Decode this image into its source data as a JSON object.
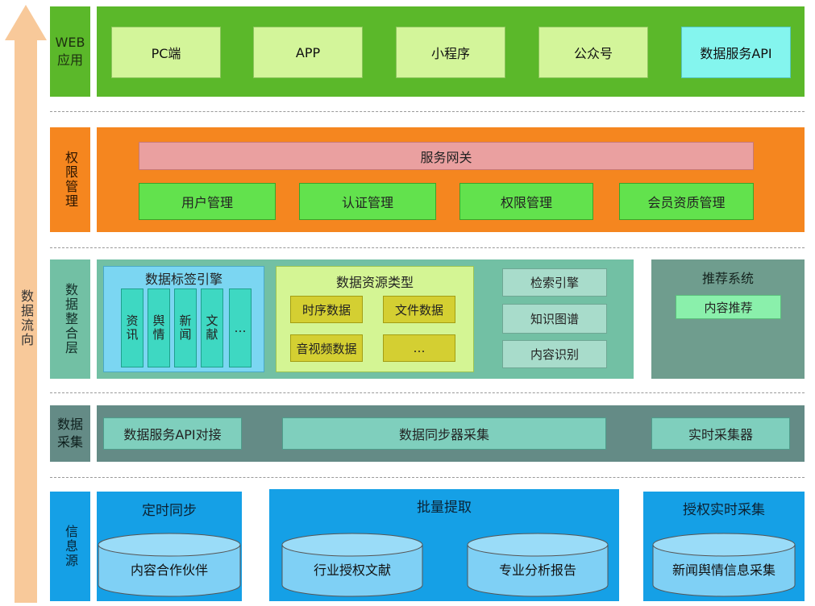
{
  "flow": {
    "label": "数据流向",
    "color": "#f8c99a"
  },
  "rows": {
    "web": {
      "label": "WEB应用",
      "items": [
        "PC端",
        "APP",
        "小程序",
        "公众号",
        "数据服务API"
      ]
    },
    "auth": {
      "label": "权限管理",
      "gateway": "服务网关",
      "items": [
        "用户管理",
        "认证管理",
        "权限管理",
        "会员资质管理"
      ]
    },
    "integration": {
      "label": "数据整合层",
      "tag_engine": {
        "title": "数据标签引擎",
        "columns": [
          "资讯",
          "舆情",
          "新闻",
          "文献",
          "…"
        ]
      },
      "resource_types": {
        "title": "数据资源类型",
        "items": [
          "时序数据",
          "文件数据",
          "音视频数据",
          "…"
        ]
      },
      "side": [
        "检索引擎",
        "知识图谱",
        "内容识别"
      ],
      "recommend": {
        "title": "推荐系统",
        "item": "内容推荐"
      }
    },
    "collection": {
      "label": "数据采集",
      "items": [
        "数据服务API对接",
        "数据同步器采集",
        "实时采集器"
      ]
    },
    "sources": {
      "label": "信息源",
      "groups": [
        {
          "title": "定时同步",
          "items": [
            "内容合作伙伴"
          ]
        },
        {
          "title": "批量提取",
          "items": [
            "行业授权文献",
            "专业分析报告"
          ]
        },
        {
          "title": "授权实时采集",
          "items": [
            "新闻舆情信息采集"
          ]
        }
      ]
    }
  }
}
